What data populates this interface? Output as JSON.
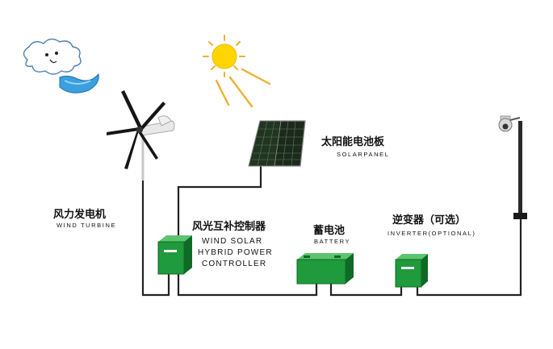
{
  "labels": {
    "solar_panel_cn": "太阳能电池板",
    "solar_panel_en": "SOLARPANEL",
    "wind_turbine_cn": "风力发电机",
    "wind_turbine_en": "WIND TURBINE",
    "controller_cn": "风光互补控制器",
    "controller_en_1": "WIND SOLAR",
    "controller_en_2": "HYBRID POWER",
    "controller_en_3": "CONTROLLER",
    "battery_cn": "蓄电池",
    "battery_en": "BATTERY",
    "inverter_cn": "逆变器（可选）",
    "inverter_en": "INVERTER(OPTIONAL)"
  },
  "icons": {
    "cloud": "wind-cloud-icon",
    "sun": "sun-icon",
    "turbine": "wind-turbine-icon",
    "panel": "solar-panel-icon",
    "controller": "controller-box-icon",
    "battery": "battery-icon",
    "inverter": "inverter-box-icon",
    "camera": "street-camera-icon"
  },
  "colors": {
    "equipment_green": "#1f9a3c",
    "equipment_dark": "#0f6a25",
    "sun_yellow": "#ffd500",
    "ray_orange": "#f0b030",
    "wind_blue": "#3aa0e0",
    "wire": "#222222"
  }
}
